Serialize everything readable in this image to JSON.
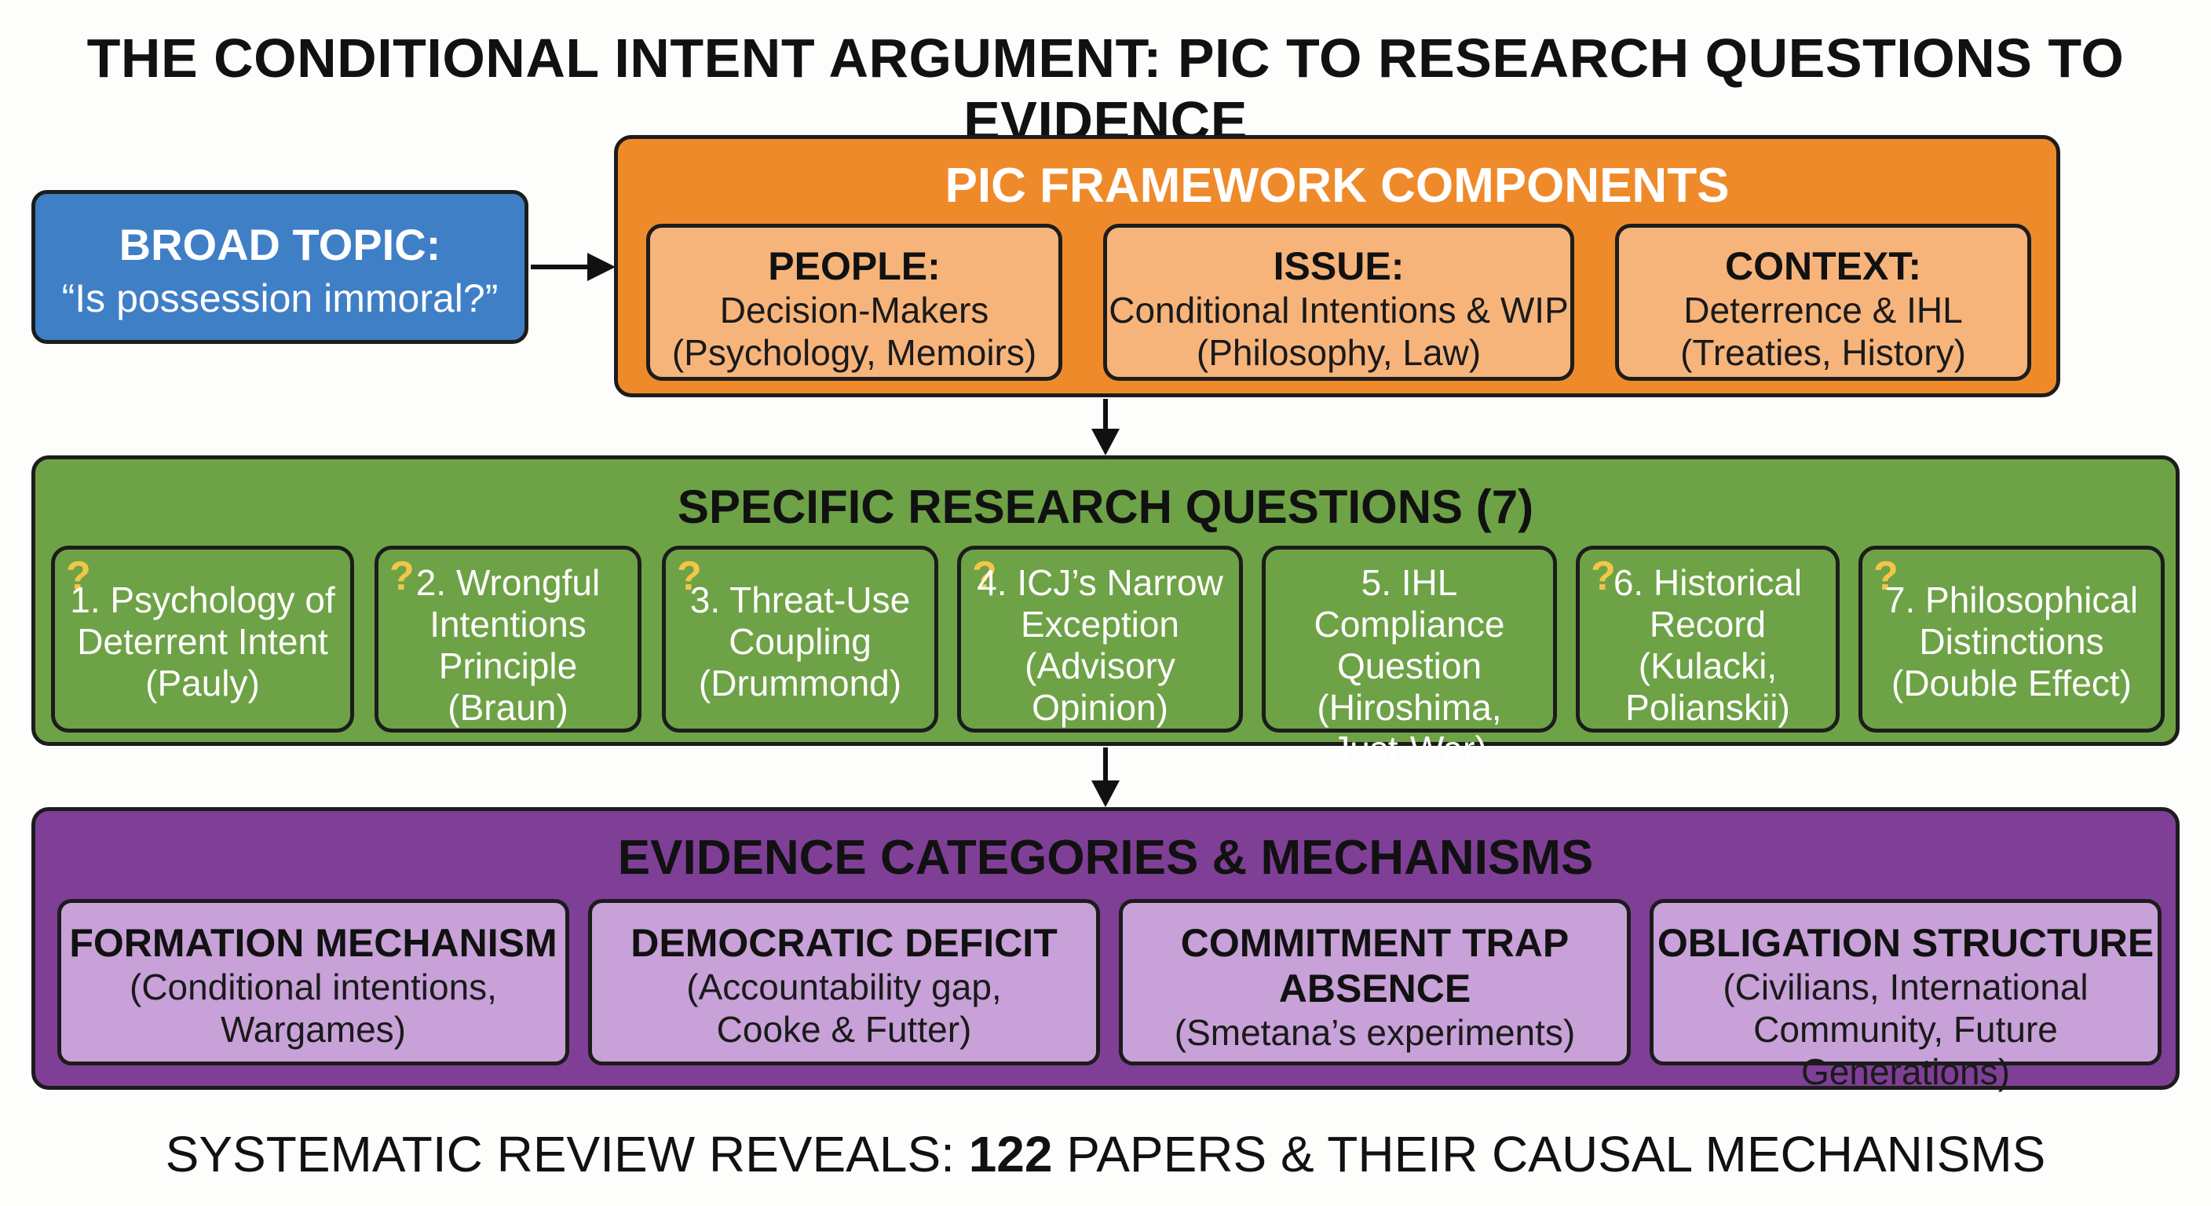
{
  "title": "THE CONDITIONAL INTENT ARGUMENT: PIC TO RESEARCH QUESTIONS TO EVIDENCE",
  "broad_topic": {
    "heading": "BROAD TOPIC:",
    "question": "“Is possession immoral?”"
  },
  "pic": {
    "heading": "PIC FRAMEWORK COMPONENTS",
    "components": [
      {
        "label": "PEOPLE:",
        "line1": "Decision-Makers",
        "line2": "(Psychology, Memoirs)"
      },
      {
        "label": "ISSUE:",
        "line1": "Conditional Intentions & WIP",
        "line2": "(Philosophy, Law)"
      },
      {
        "label": "CONTEXT:",
        "line1": "Deterrence & IHL",
        "line2": "(Treaties, History)"
      }
    ]
  },
  "research_questions": {
    "heading": "SPECIFIC RESEARCH QUESTIONS (7)",
    "question_mark": "?",
    "items": [
      {
        "lines": [
          "1. Psychology of",
          "Deterrent Intent",
          "(Pauly)"
        ],
        "has_icon": true
      },
      {
        "lines": [
          "2. Wrongful",
          "Intentions",
          "Principle",
          "(Braun)"
        ],
        "has_icon": true
      },
      {
        "lines": [
          "3. Threat-Use",
          "Coupling",
          "(Drummond)"
        ],
        "has_icon": true
      },
      {
        "lines": [
          "4. ICJ’s Narrow",
          "Exception",
          "(Advisory",
          "Opinion)"
        ],
        "has_icon": true
      },
      {
        "lines": [
          "5. IHL Compliance",
          "Question",
          "(Hiroshima,",
          "Just-War)"
        ],
        "has_icon": false
      },
      {
        "lines": [
          "6. Historical",
          "Record",
          "(Kulacki,",
          "Polianskii)"
        ],
        "has_icon": true
      },
      {
        "lines": [
          "7. Philosophical",
          "Distinctions",
          "(Double Effect)"
        ],
        "has_icon": true
      }
    ]
  },
  "evidence": {
    "heading": "EVIDENCE CATEGORIES & MECHANISMS",
    "categories": [
      {
        "title": [
          "FORMATION MECHANISM"
        ],
        "detail": [
          "(Conditional intentions,",
          "Wargames)"
        ]
      },
      {
        "title": [
          "DEMOCRATIC DEFICIT"
        ],
        "detail": [
          "(Accountability gap,",
          "Cooke & Futter)"
        ]
      },
      {
        "title": [
          "COMMITMENT TRAP",
          "ABSENCE"
        ],
        "detail": [
          "(Smetana’s experiments)"
        ]
      },
      {
        "title": [
          "OBLIGATION STRUCTURE"
        ],
        "detail": [
          "(Civilians, International",
          "Community, Future Generations)"
        ]
      }
    ]
  },
  "bottom": {
    "prefix": "SYSTEMATIC REVIEW REVEALS: ",
    "count": "122",
    "suffix": " PAPERS & THEIR CAUSAL MECHANISMS"
  },
  "colors": {
    "broad_topic": "#3f7fc6",
    "pic": "#ef8a2b",
    "pic_card": "#f6b47b",
    "research": "#6ea246",
    "question_icon": "#f3c64a",
    "evidence": "#7f3f96",
    "evidence_card": "#c7a1d8"
  }
}
